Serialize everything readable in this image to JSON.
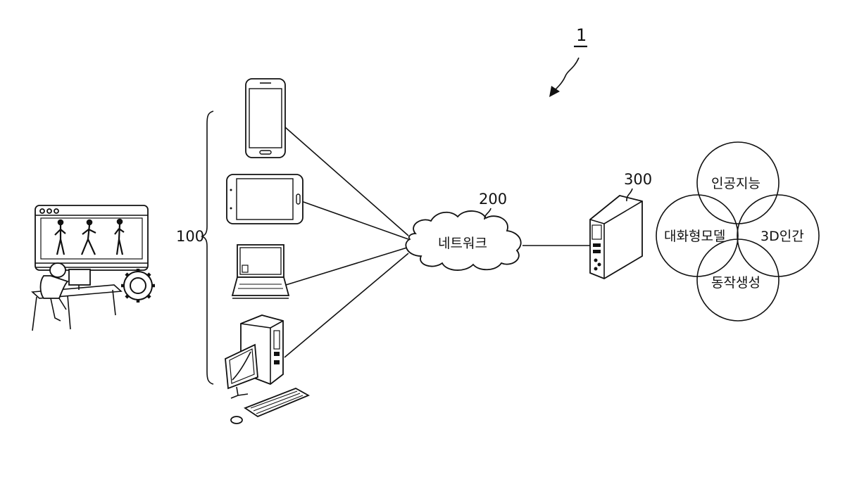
{
  "figure_ref": "1",
  "devices_ref": "100",
  "network": {
    "ref": "200",
    "label": "네트워크"
  },
  "server": {
    "ref": "300"
  },
  "venn": {
    "top": "인공지능",
    "left": "대화형모델",
    "right": "3D인간",
    "bottom": "동작생성"
  },
  "icons": [
    "user-workstation-icon",
    "smartphone-icon",
    "tablet-icon",
    "laptop-icon",
    "desktop-computer-icon",
    "cloud-icon",
    "server-icon"
  ]
}
